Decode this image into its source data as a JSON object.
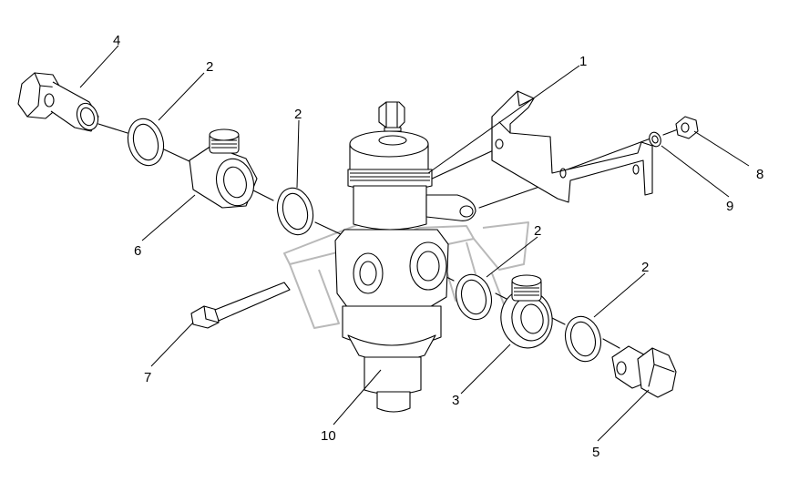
{
  "callouts": [
    {
      "id": "c4",
      "label": "4"
    },
    {
      "id": "c2a",
      "label": "2"
    },
    {
      "id": "c2b",
      "label": "2"
    },
    {
      "id": "c1",
      "label": "1"
    },
    {
      "id": "c8",
      "label": "8"
    },
    {
      "id": "c9",
      "label": "9"
    },
    {
      "id": "c6",
      "label": "6"
    },
    {
      "id": "c2c",
      "label": "2"
    },
    {
      "id": "c2d",
      "label": "2"
    },
    {
      "id": "c7",
      "label": "7"
    },
    {
      "id": "c3",
      "label": "3"
    },
    {
      "id": "c10",
      "label": "10"
    },
    {
      "id": "c5",
      "label": "5"
    }
  ]
}
